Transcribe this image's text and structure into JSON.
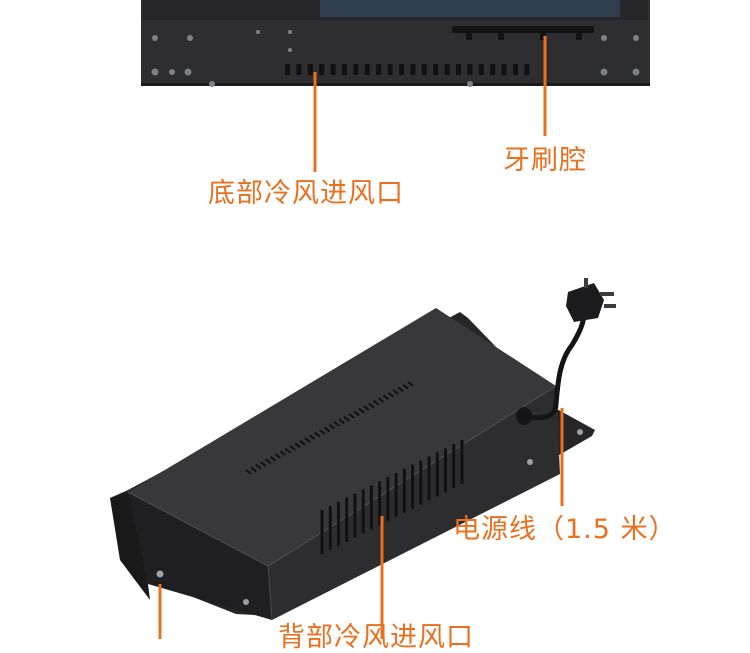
{
  "colors": {
    "accent": "#e8701f",
    "device_dark": "#2b2b2d",
    "device_face": "#3a3a3d",
    "vent": "#111113",
    "screen_blue": "#33465a"
  },
  "labels": {
    "bottom_vent": "底部冷风进风口",
    "brush_cavity": "牙刷腔",
    "power_cord": "电源线（1.5 米）",
    "back_vent": "背部冷风进风口"
  },
  "icons": {
    "plug": "power-plug-icon"
  }
}
